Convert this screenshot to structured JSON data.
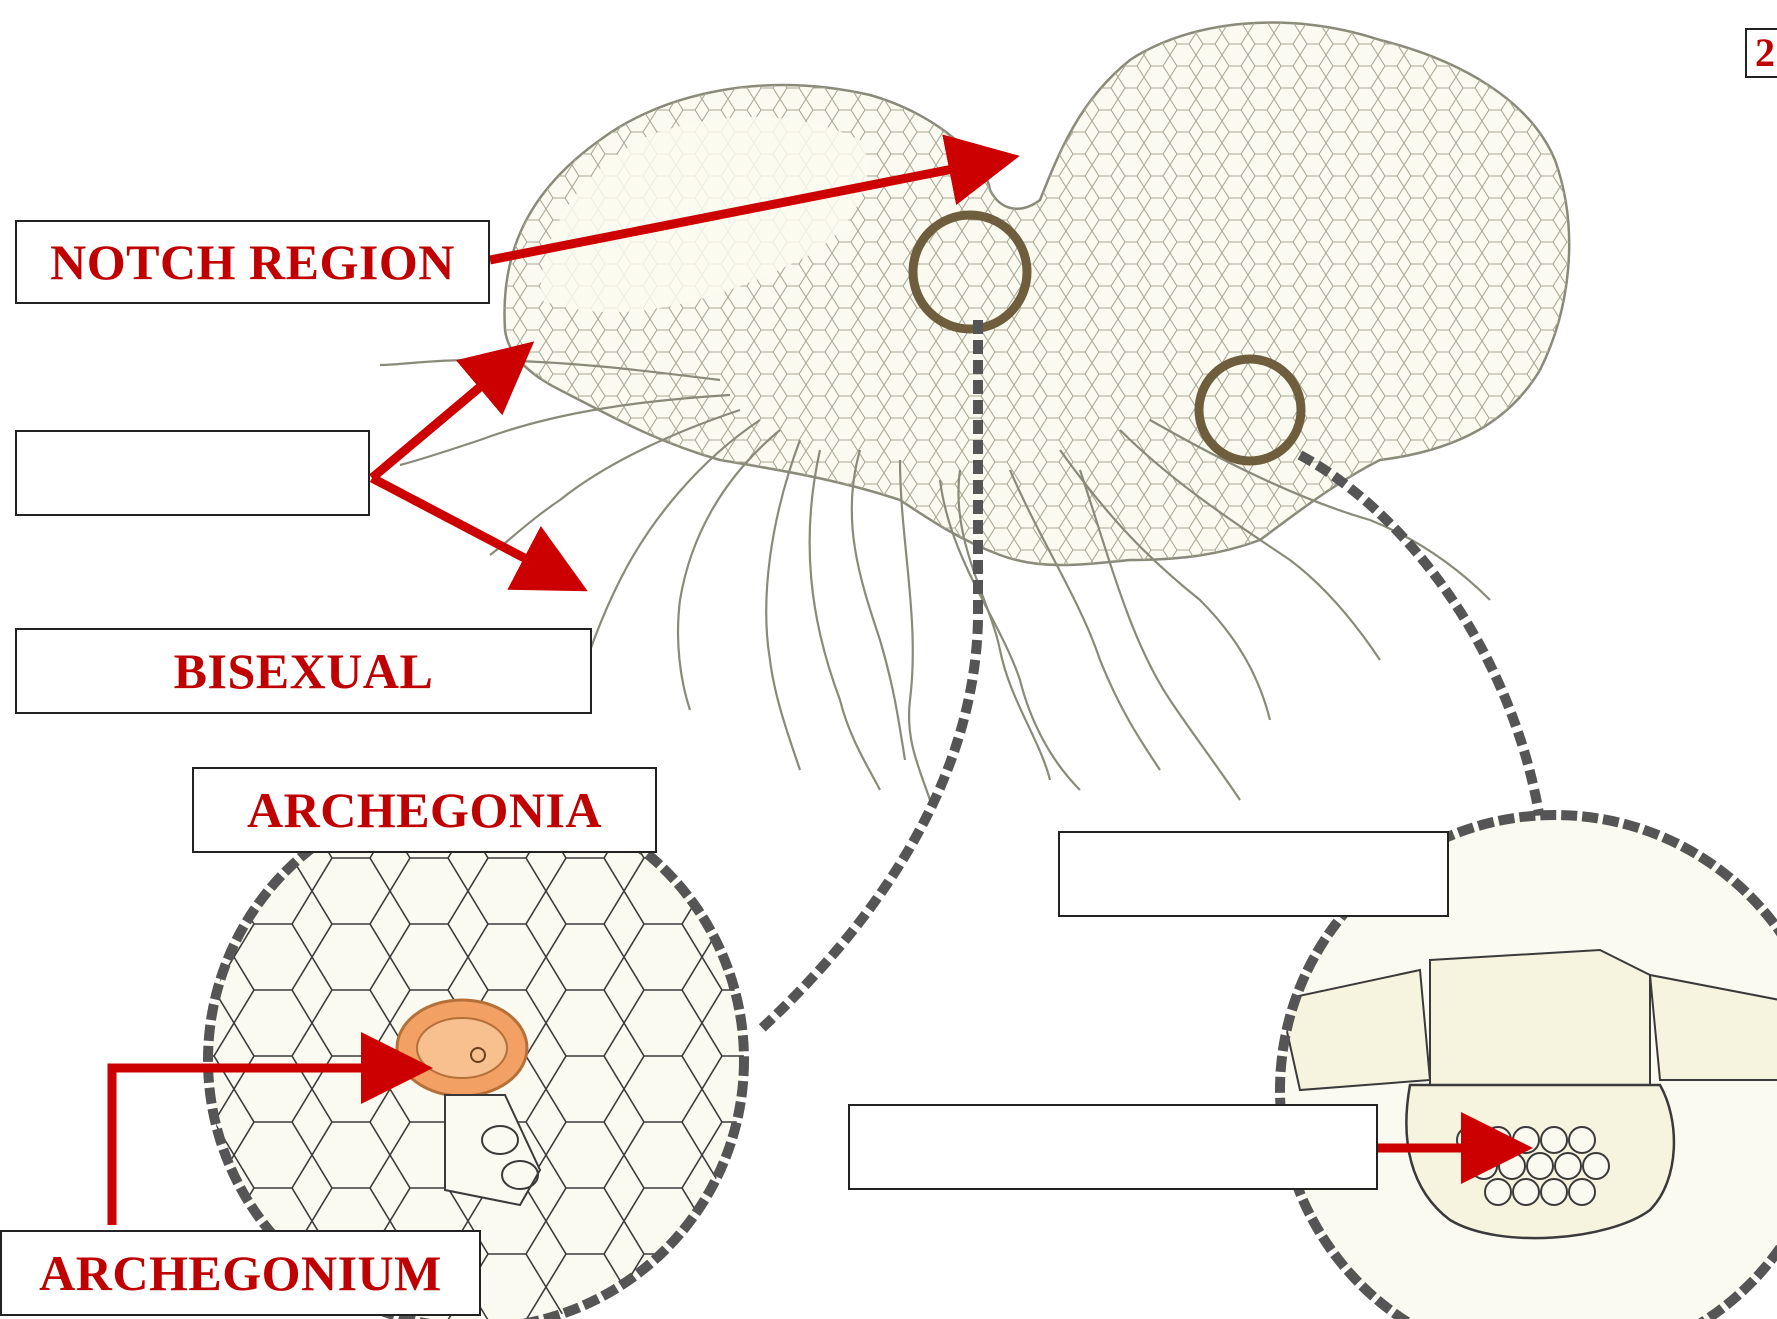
{
  "slide": {
    "number": "2"
  },
  "labels": {
    "notch_region": "NOTCH REGION",
    "rhizoids": "",
    "bisexual": "BISEXUAL",
    "archegonia": "ARCHEGONIA",
    "antheridia": "",
    "archegonium": "ARCHEGONIUM",
    "antheridium": ""
  },
  "colors": {
    "label_text": "#c00000",
    "arrow": "#cc0000",
    "sketch": "#8a8a7a",
    "paper": "#fbfaf0",
    "dash_ring": "#555555",
    "egg": "#f2a064"
  }
}
